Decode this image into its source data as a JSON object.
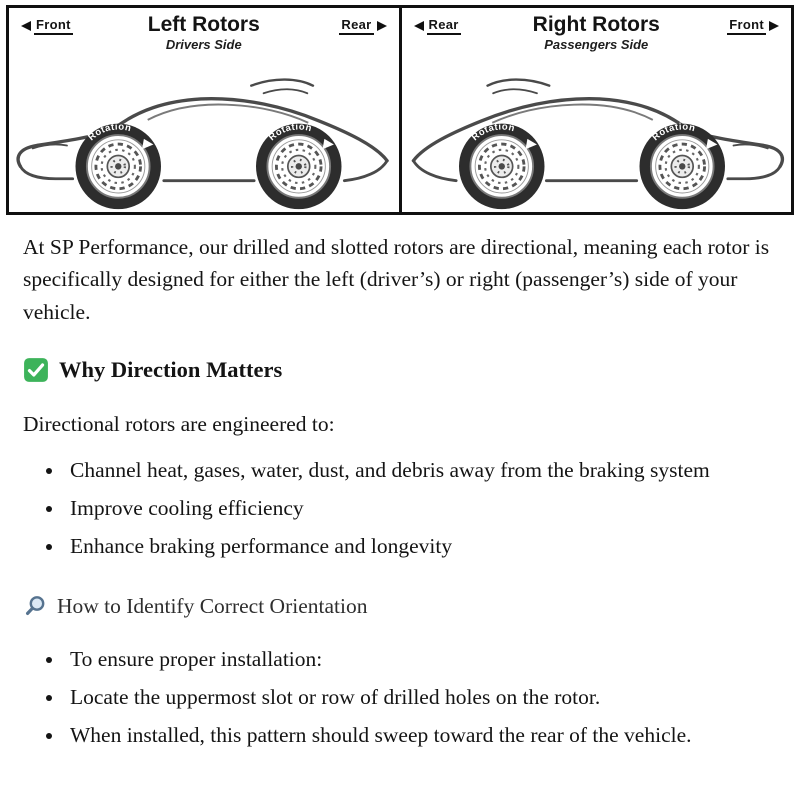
{
  "diagram": {
    "rotation_label": "Rotation",
    "panels": [
      {
        "left_label": "Front",
        "right_label": "Rear",
        "title": "Left Rotors",
        "subtitle": "Drivers Side"
      },
      {
        "left_label": "Rear",
        "right_label": "Front",
        "title": "Right Rotors",
        "subtitle": "Passengers Side"
      }
    ]
  },
  "icons": {
    "section1": "check-mark-icon",
    "section2": "magnifier-icon",
    "diagram_arrows": "direction-arrow-icon"
  },
  "colors": {
    "check_green": "#3db35a",
    "magnifier_blue": "#56738f",
    "line_gray": "#4a4a4a",
    "border_black": "#101010"
  },
  "article": {
    "intro": "At SP Performance, our drilled and slotted rotors are directional, meaning each rotor is specifically designed for either the left (driver’s) or right (passenger’s) side of your vehicle.",
    "sections": [
      {
        "icon": "check-mark-icon",
        "heading": "Why Direction Matters",
        "lead": "Directional rotors are engineered to:",
        "bullets": [
          "Channel heat, gases, water, dust, and debris away from the braking system",
          "Improve cooling efficiency",
          "Enhance braking performance and longevity"
        ]
      },
      {
        "icon": "magnifier-icon",
        "heading": "How to Identify Correct Orientation",
        "bullets": [
          "To ensure proper installation:",
          "Locate the uppermost slot or row of drilled holes on the rotor.",
          "When installed, this pattern should sweep toward the rear of the vehicle."
        ]
      }
    ]
  }
}
